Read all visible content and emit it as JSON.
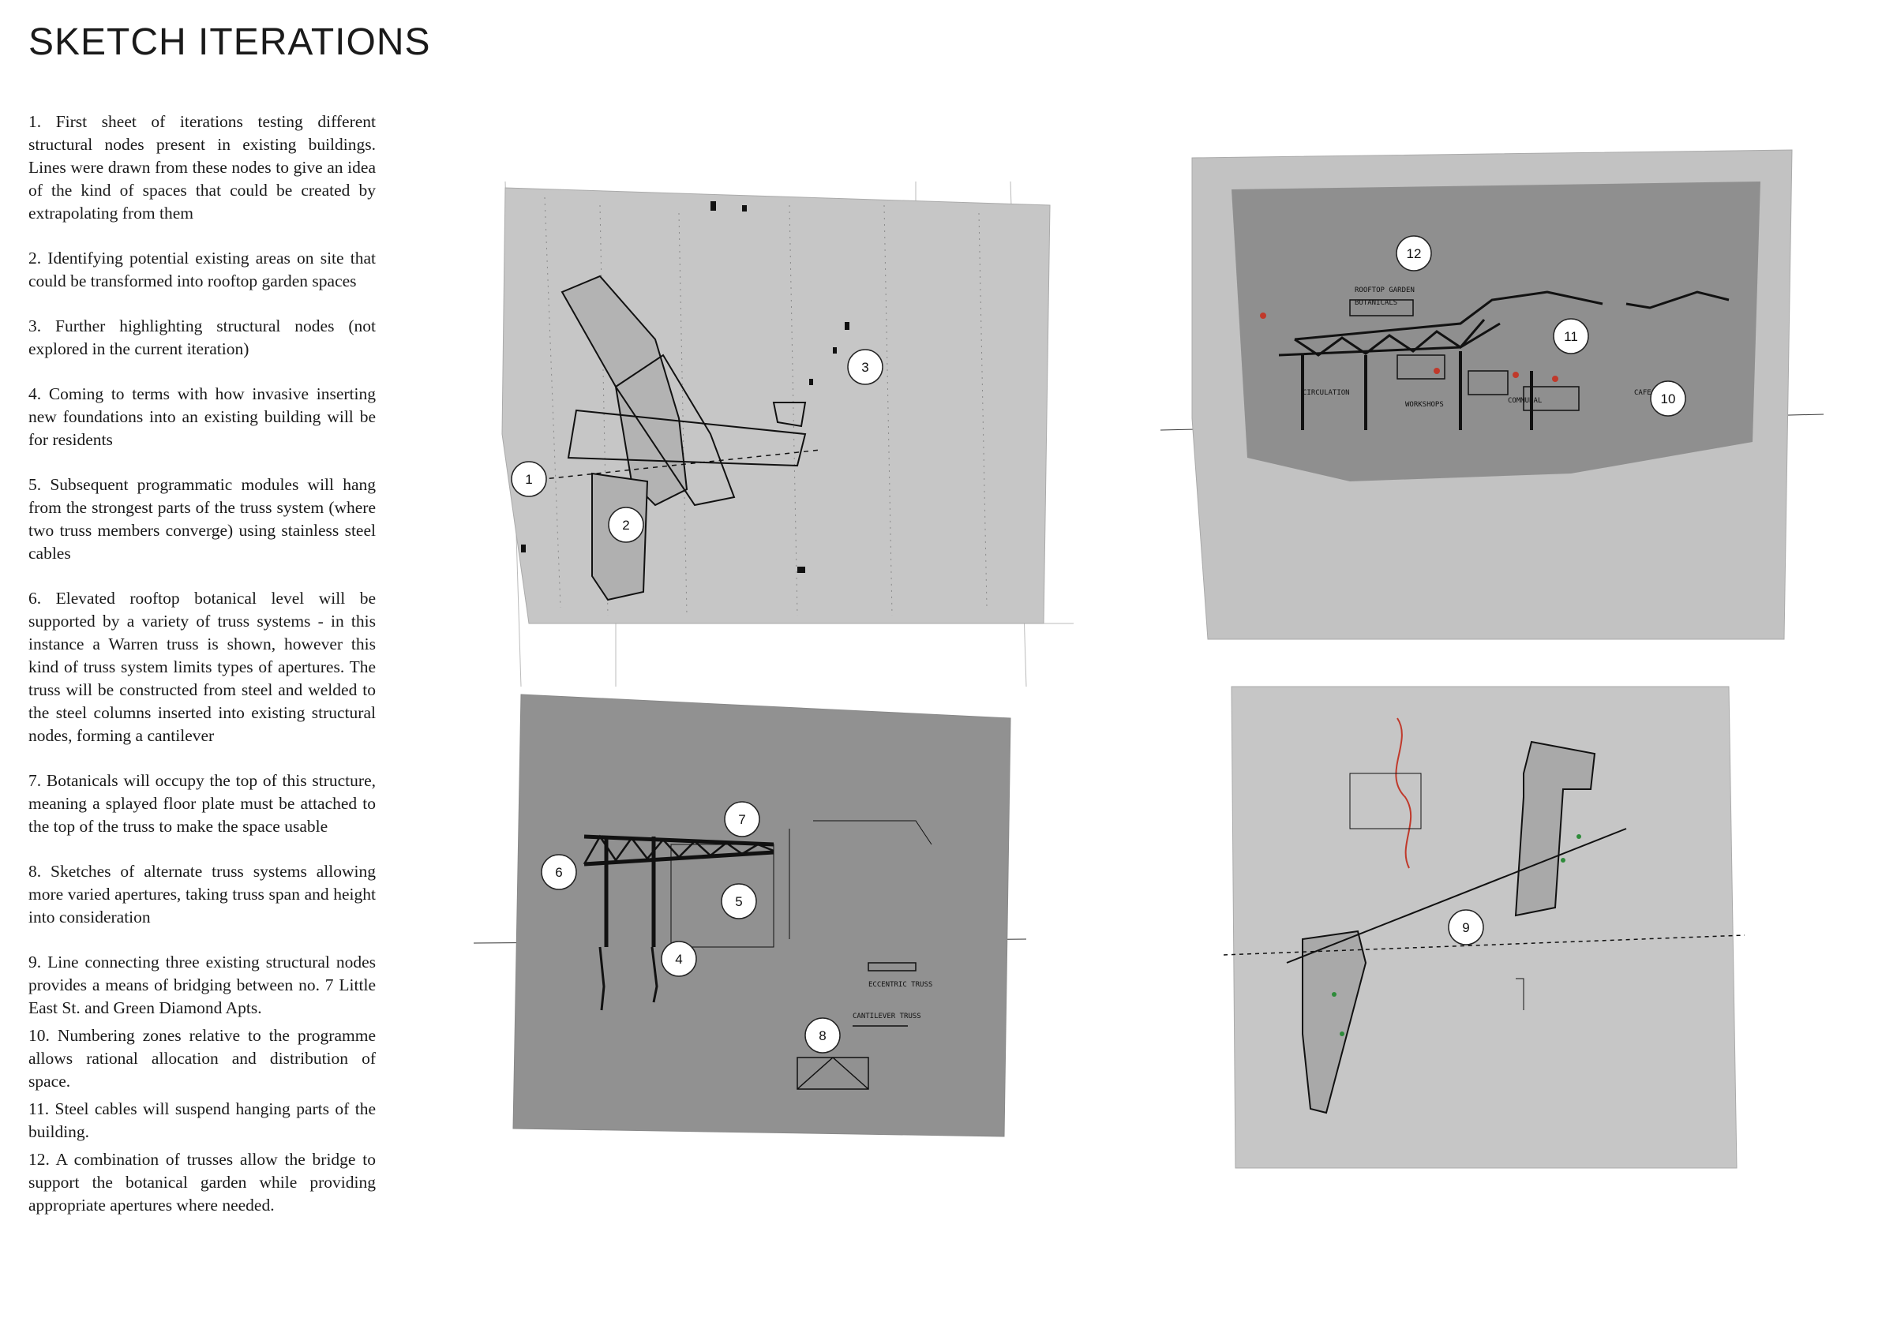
{
  "title": "SKETCH ITERATIONS",
  "notes": [
    "1. First sheet of iterations testing different structural nodes present in existing buildings. Lines were drawn from these nodes to give an idea of the kind of spaces that could be created by extrapolating from them",
    "2. Identifying potential existing areas on site that could be transformed into rooftop garden spaces",
    "3. Further highlighting structural nodes (not explored in the current iteration)",
    "4. Coming to terms with how invasive inserting new foundations into an existing building will be for residents",
    "5. Subsequent programmatic modules will hang from the strongest parts of the truss system (where two truss members converge) using stainless steel cables",
    "6. Elevated rooftop botanical level will be supported by a variety of truss systems - in this instance a Warren truss is shown, however this kind of truss system limits types of apertures. The truss will be constructed from steel and welded to the steel columns inserted into existing structural nodes, forming a cantilever",
    "7. Botanicals will occupy the top of this structure, meaning a splayed floor plate must be attached to the top of the truss to make the space usable",
    "8. Sketches of alternate truss systems allowing more varied apertures, taking truss span and height into consideration",
    "9. Line connecting three existing structural nodes provides a means of bridging between no. 7 Little East St. and Green Diamond Apts.",
    "10. Numbering zones relative to the programme allows rational allocation and distribution of space.",
    "11. Steel cables will suspend hanging parts of the building.",
    "12. A combination of trusses allow the bridge to support the botanical garden while providing appropriate apertures where needed."
  ],
  "markers": {
    "m1": "1",
    "m2": "2",
    "m3": "3",
    "m4": "4",
    "m5": "5",
    "m6": "6",
    "m7": "7",
    "m8": "8",
    "m9": "9",
    "m10": "10",
    "m11": "11",
    "m12": "12"
  },
  "sketch_annotations": {
    "top_right": [
      "ROOFTOP GARDEN",
      "BOTANICALS",
      "CIRCULATION",
      "WORKSHOPS",
      "COMMUNAL",
      "CAFE"
    ],
    "bottom_left": [
      "ECCENTRIC TRUSS",
      "CANTILEVER TRUSS"
    ]
  },
  "colors": {
    "paper_light": "#c4c4c4",
    "paper_dark": "#8f8f8f",
    "ink": "#111111",
    "red_annotation": "#c0392b",
    "green_annotation": "#2e8b3a"
  }
}
